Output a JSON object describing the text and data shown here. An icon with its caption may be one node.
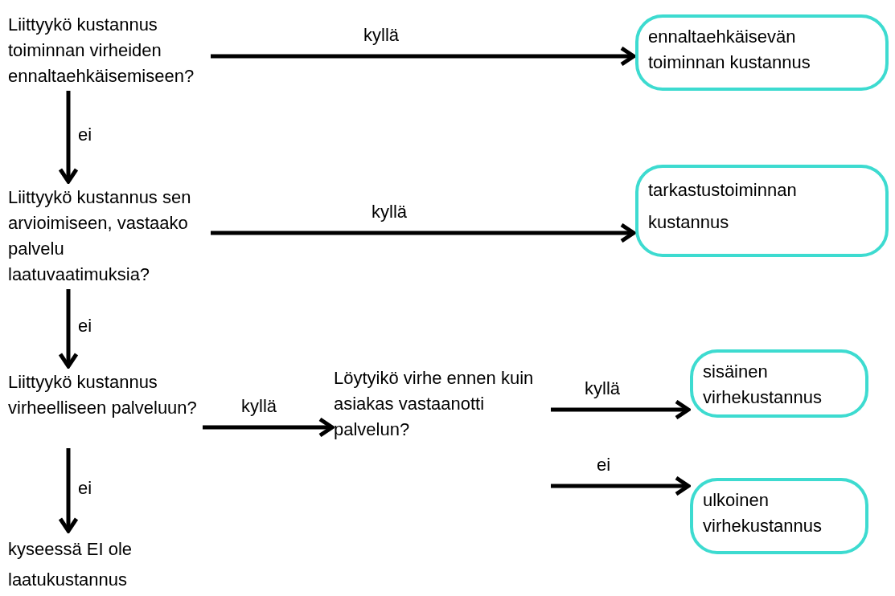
{
  "diagram": {
    "nodes": [
      {
        "text": [
          "Liittyykö kustannus toiminnan virheiden ennaltaehkäisemiseen?"
        ]
      },
      {
        "text": [
          "ennaltaehkäisevän toiminnan kustannus"
        ]
      },
      {
        "text": [
          "Liittyykö kustannus sen arvioimiseen, vastaako palvelu laatuvaatimuksia?"
        ]
      },
      {
        "text": [
          "tarkastustoiminnan kustannus"
        ]
      },
      {
        "text": [
          "Liittyykö kustannus virheelliseen palveluun?"
        ]
      },
      {
        "text": [
          "Löytyikö virhe ennen kuin asiakas vastaanotti palvelun?"
        ]
      },
      {
        "text": [
          "sisäinen virhekustannus"
        ]
      },
      {
        "text": [
          "ulkoinen virhekustannus"
        ]
      },
      {
        "text": [
          "kyseessä EI ole laatukustannus"
        ]
      }
    ],
    "edges": [
      {
        "from": 0,
        "to": 1,
        "arrow": "to",
        "label": "kyllä"
      },
      {
        "from": 0,
        "to": 2,
        "arrow": "to",
        "label": "ei"
      },
      {
        "from": 2,
        "to": 3,
        "arrow": "to",
        "label": "kyllä"
      },
      {
        "from": 2,
        "to": 4,
        "arrow": "to",
        "label": "ei"
      },
      {
        "from": 4,
        "to": 5,
        "arrow": "to",
        "label": "kyllä"
      },
      {
        "from": 4,
        "to": 8,
        "arrow": "to",
        "label": "ei"
      },
      {
        "from": 5,
        "to": 6,
        "arrow": "to",
        "label": "kyllä"
      },
      {
        "from": 5,
        "to": 7,
        "arrow": "to",
        "label": "ei"
      }
    ]
  }
}
